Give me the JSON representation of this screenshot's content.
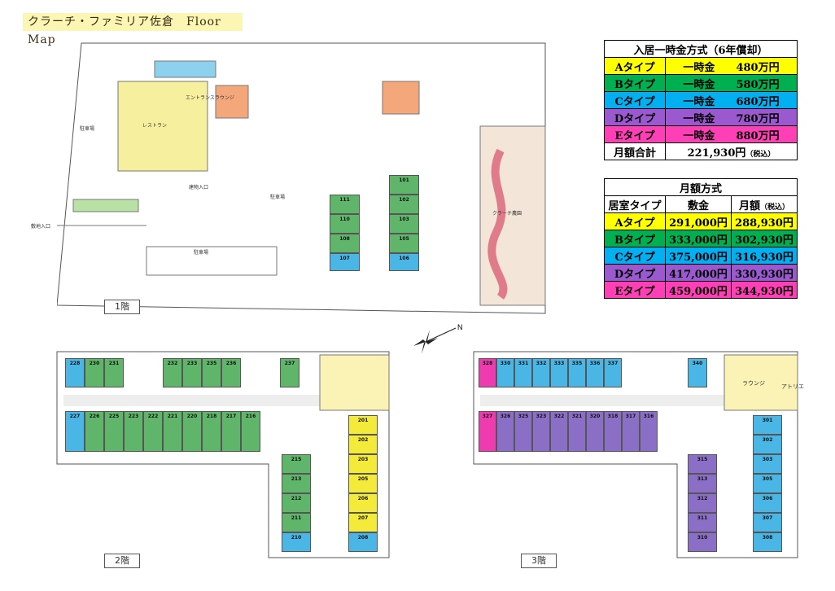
{
  "title": "クラーチ・ファミリア佐倉　Floor Map",
  "lump_table": {
    "header": "入居一時金方式（6年償却）",
    "rows": [
      {
        "type": "Aタイプ",
        "label": "一時金",
        "amount": "480万円",
        "color": "#ffff00"
      },
      {
        "type": "Bタイプ",
        "label": "一時金",
        "amount": "580万円",
        "color": "#00b050"
      },
      {
        "type": "Cタイプ",
        "label": "一時金",
        "amount": "680万円",
        "color": "#00b0f0"
      },
      {
        "type": "Dタイプ",
        "label": "一時金",
        "amount": "780万円",
        "color": "#9b59d0"
      },
      {
        "type": "Eタイプ",
        "label": "一時金",
        "amount": "880万円",
        "color": "#ff3fb5"
      }
    ],
    "total_label": "月額合計",
    "total_value": "221,930円",
    "total_note": "（税込）"
  },
  "monthly_table": {
    "header": "月額方式",
    "col1": "居室タイプ",
    "col2": "敷金",
    "col3": "月額",
    "col3_note": "（税込）",
    "rows": [
      {
        "type": "Aタイプ",
        "deposit": "291,000円",
        "monthly": "288,930円",
        "color": "#ffff00"
      },
      {
        "type": "Bタイプ",
        "deposit": "333,000円",
        "monthly": "302,930円",
        "color": "#00b050"
      },
      {
        "type": "Cタイプ",
        "deposit": "375,000円",
        "monthly": "316,930円",
        "color": "#00b0f0"
      },
      {
        "type": "Dタイプ",
        "deposit": "417,000円",
        "monthly": "330,930円",
        "color": "#9b59d0"
      },
      {
        "type": "Eタイプ",
        "deposit": "459,000円",
        "monthly": "344,930円",
        "color": "#ff3fb5"
      }
    ]
  },
  "floor1": {
    "label": "1階",
    "labels": {
      "parking1": "駐車場",
      "parking2": "駐車場",
      "parking3": "駐車場",
      "entrance": "建物入口",
      "site_entrance": "敷地入口",
      "restaurant": "レストラン",
      "garden": "クラーチ農園",
      "lounge": "エントランスラウンジ"
    },
    "rooms": [
      "101",
      "102",
      "103",
      "105",
      "106",
      "107",
      "108",
      "110",
      "111"
    ]
  },
  "floor2": {
    "label": "2階",
    "top_rooms": [
      "228",
      "230",
      "231",
      "232",
      "233",
      "235",
      "236",
      "237"
    ],
    "bottom_rooms": [
      "227",
      "226",
      "225",
      "223",
      "222",
      "221",
      "220",
      "218",
      "217",
      "216"
    ],
    "wing_left": [
      "215",
      "213",
      "212",
      "211",
      "210"
    ],
    "wing_right": [
      "201",
      "202",
      "203",
      "205",
      "206",
      "207",
      "208"
    ]
  },
  "floor3": {
    "label": "3階",
    "top_rooms": [
      "328",
      "330",
      "331",
      "332",
      "333",
      "335",
      "336",
      "337",
      "340"
    ],
    "bottom_rooms": [
      "327",
      "326",
      "325",
      "323",
      "322",
      "321",
      "320",
      "318",
      "317",
      "316"
    ],
    "wing_left": [
      "315",
      "313",
      "312",
      "311",
      "310"
    ],
    "wing_right": [
      "301",
      "302",
      "303",
      "305",
      "306",
      "307",
      "308"
    ],
    "labels": {
      "lounge": "ラウンジ",
      "atelier": "アトリエ"
    }
  },
  "compass": "N"
}
